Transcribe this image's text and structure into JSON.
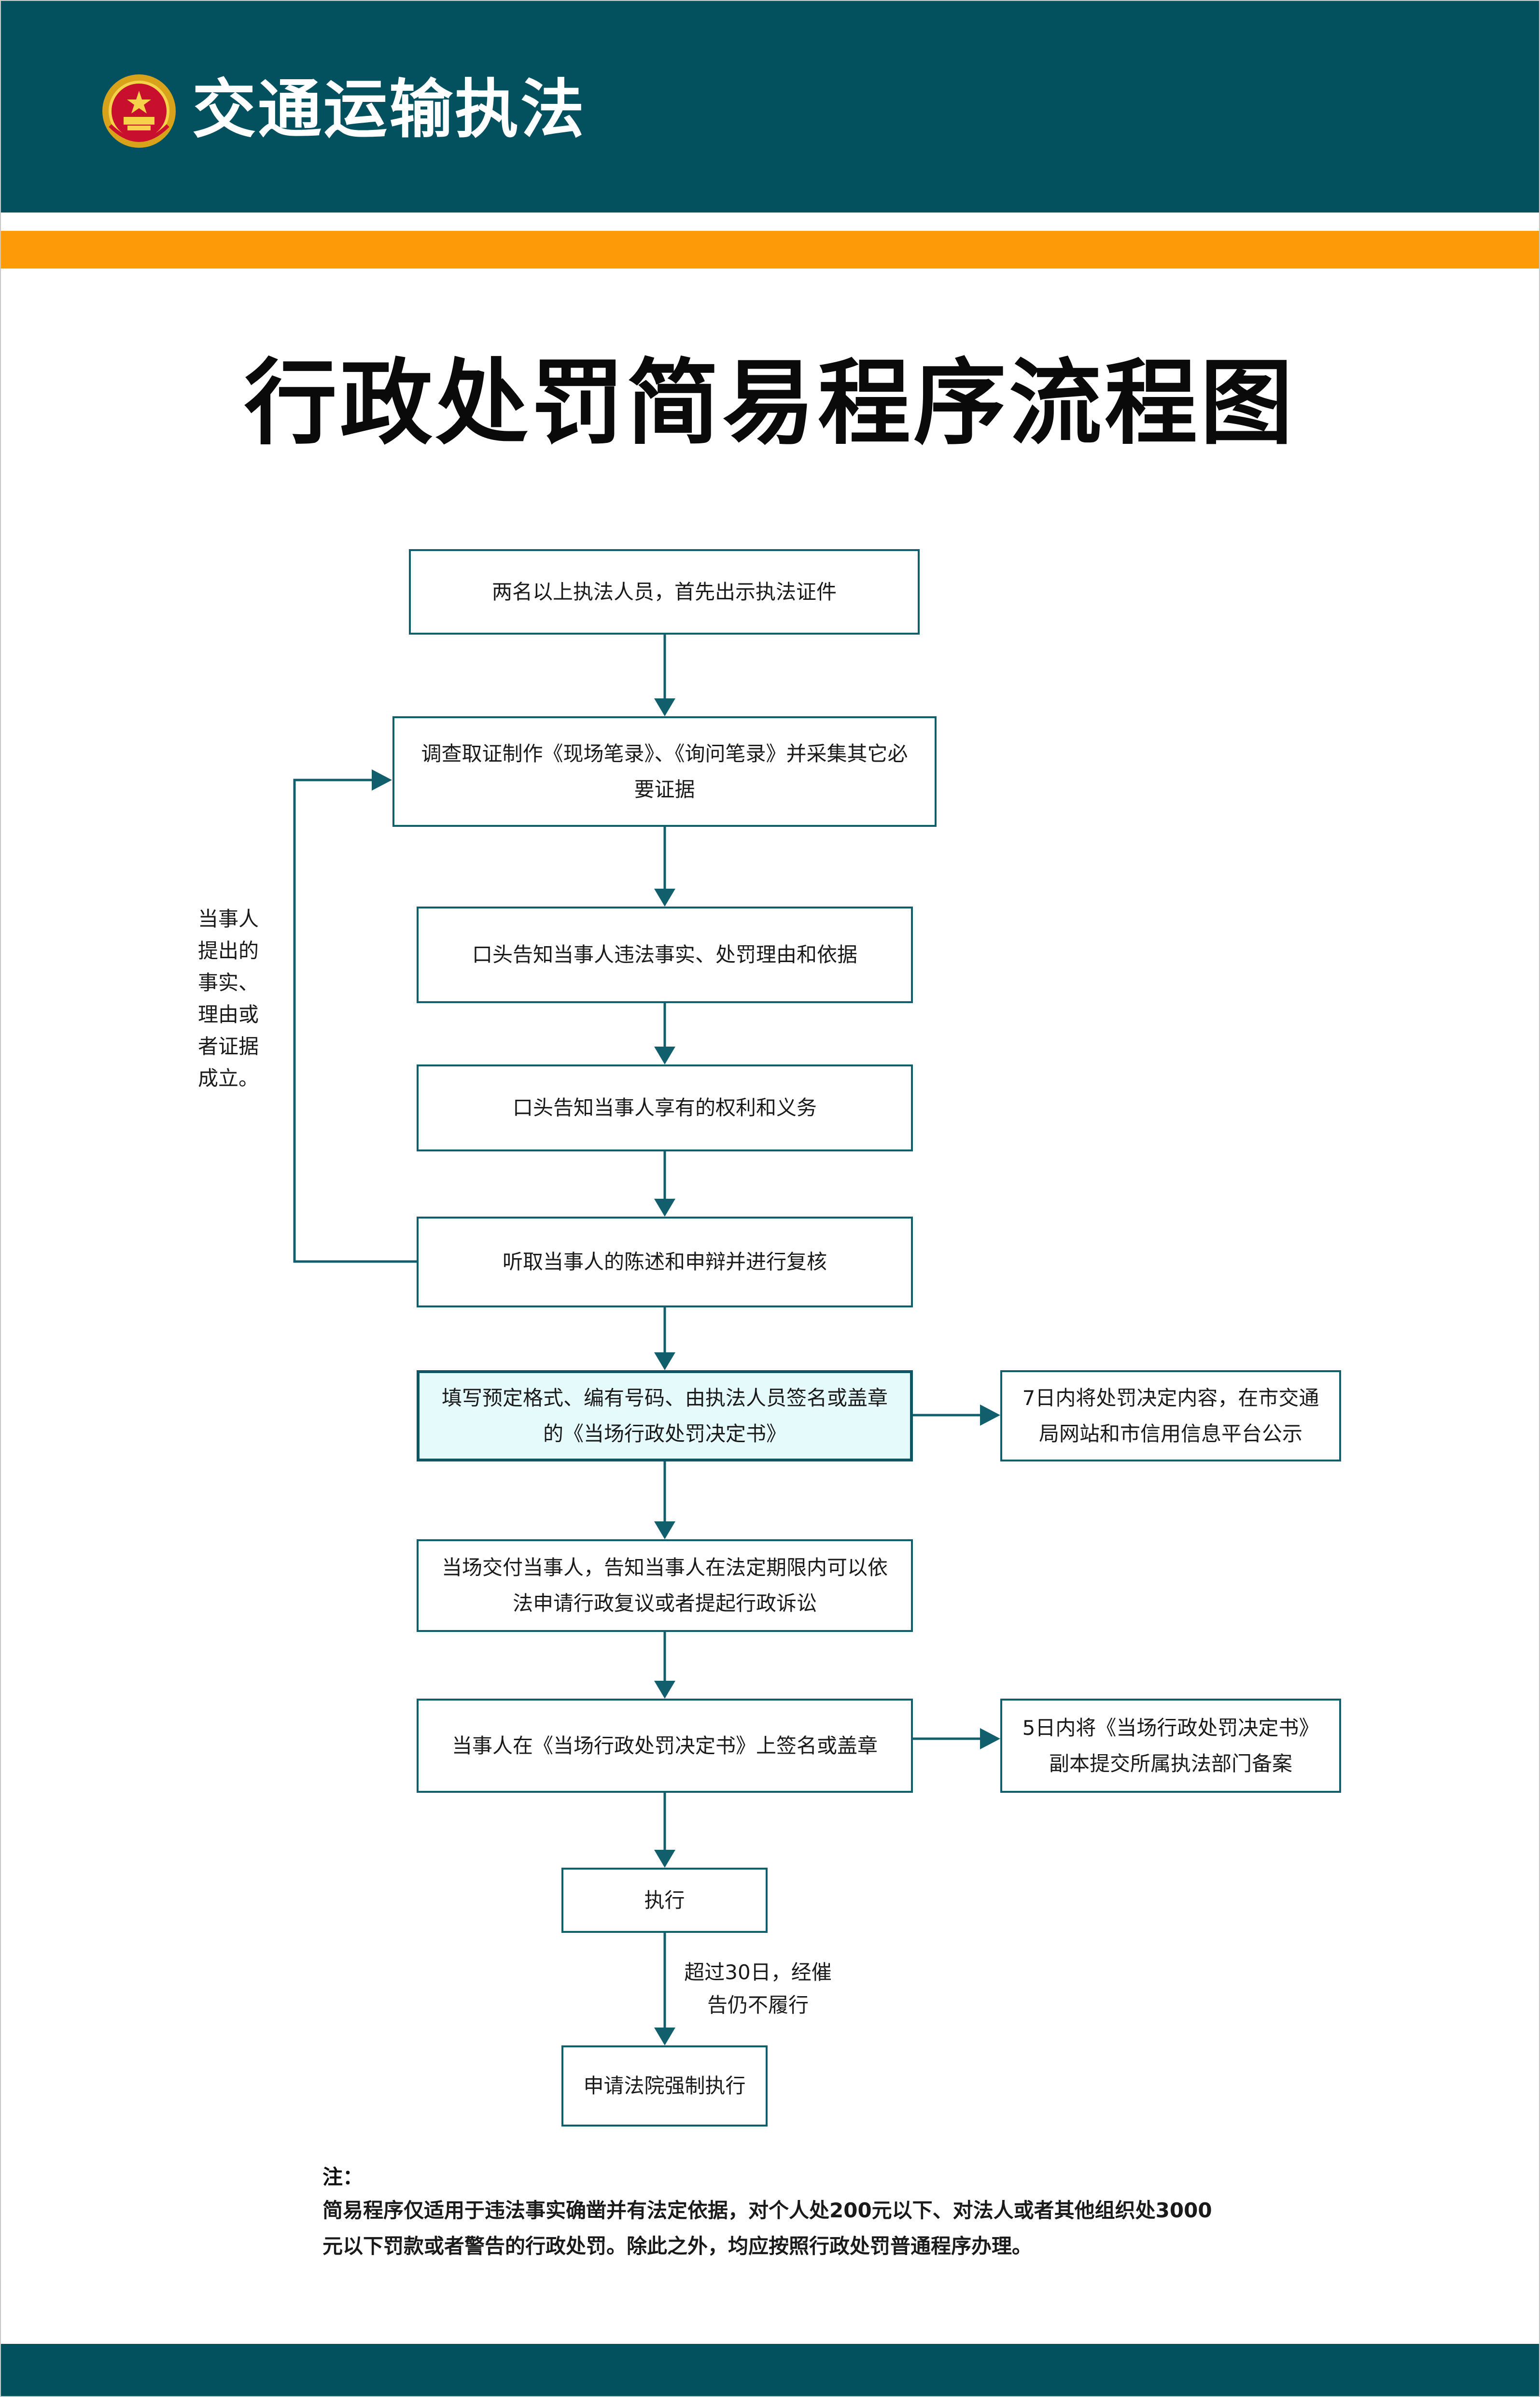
{
  "header": {
    "agency_name": "交通运输执法",
    "emblem_icon": "national-emblem-icon"
  },
  "colors": {
    "header_bg": "#03505f",
    "stripe": "#fd9a07",
    "arrow": "#115f6d",
    "highlight_bg": "#e5fbfb"
  },
  "title": "行政处罚简易程序流程图",
  "steps": [
    {
      "text": "两名以上执法人员，首先出示执法证件"
    },
    {
      "text": "调查取证制作《现场笔录》、《询问笔录》并采集其它必要证据"
    },
    {
      "text": "口头告知当事人违法事实、处罚理由和依据"
    },
    {
      "text": "口头告知当事人享有的权利和义务"
    },
    {
      "text": "听取当事人的陈述和申辩并进行复核"
    },
    {
      "text": "填写预定格式、编有号码、由执法人员签名或盖章的《当场行政处罚决定书》"
    },
    {
      "text": "当场交付当事人，告知当事人在法定期限内可以依法申请行政复议或者提起行政诉讼"
    },
    {
      "text": "当事人在《当场行政处罚决定书》上签名或盖章"
    },
    {
      "text": "执行"
    },
    {
      "text": "申请法院强制执行"
    }
  ],
  "side_notes": [
    {
      "text": "7日内将处罚决定内容，在市交通局网站和市信用信息平台公示"
    },
    {
      "text": "5日内将《当场行政处罚决定书》副本提交所属执法部门备案"
    }
  ],
  "loop_label": "当事人提出的事实、理由或者证据成立。",
  "edge_label": "超过30日，经催告仍不履行",
  "note": {
    "heading": "注：",
    "text": "简易程序仅适用于违法事实确凿并有法定依据，对个人处200元以下、对法人或者其他组织处3000元以下罚款或者警告的行政处罚。除此之外，均应按照行政处罚普通程序办理。"
  }
}
